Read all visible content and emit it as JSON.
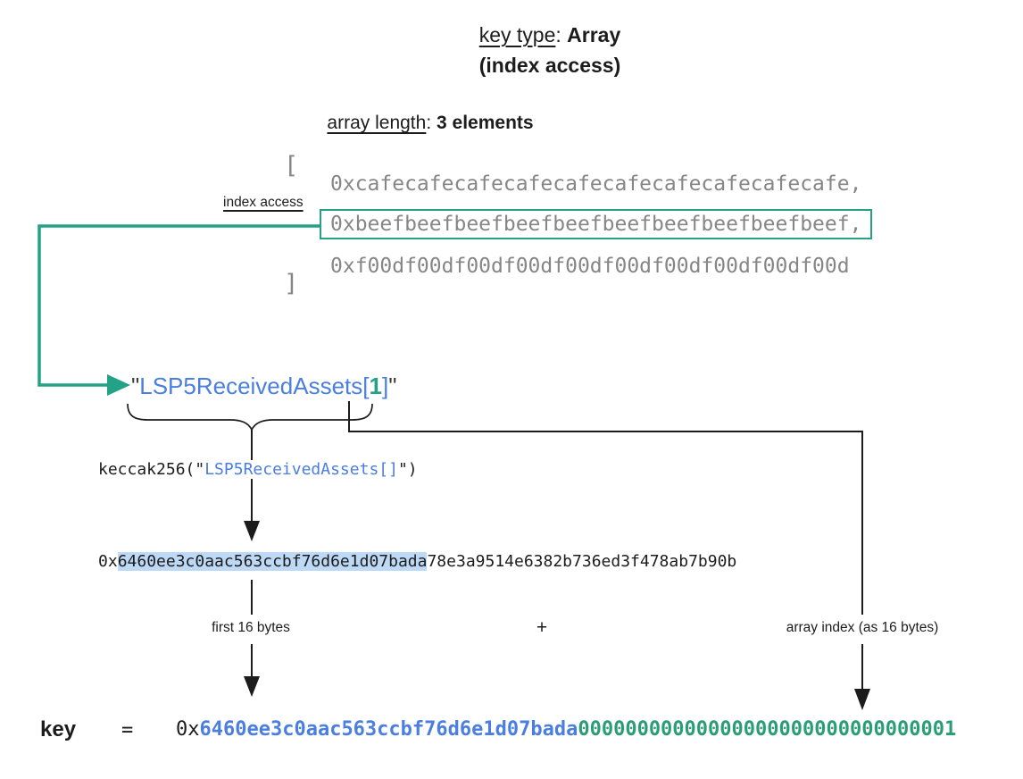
{
  "colors": {
    "teal": "#23a287",
    "blue": "#4a7ee0",
    "green": "#2a9d77",
    "gray": "#868686",
    "highlight": "#bdd9f6"
  },
  "title": {
    "key_type_label": "key type",
    "colon": ": ",
    "key_type_value": "Array",
    "subtitle": "(index access)"
  },
  "array_length": {
    "label": "array length",
    "colon": ": ",
    "value": "3 elements"
  },
  "array": {
    "open_bracket": "[",
    "close_bracket": "]",
    "items": [
      {
        "value": "0xcafecafecafecafecafecafecafecafecafecafe,"
      },
      {
        "value": "0xbeefbeefbeefbeefbeefbeefbeefbeefbeefbeef,",
        "selected": true
      },
      {
        "value": "0xf00df00df00df00df00df00df00df00df00df00d"
      }
    ]
  },
  "index_access_label": "index access",
  "array_key": {
    "open_quote": "\"",
    "name": "LSP5ReceivedAssets[",
    "index": "1",
    "close_bracket": "]",
    "close_quote": "\""
  },
  "hash_function": {
    "prefix": "keccak256(\"",
    "argument": "LSP5ReceivedAssets[]",
    "suffix": "\")"
  },
  "hash_result": {
    "prefix": "0x",
    "first_16_bytes": "6460ee3c0aac563ccbf76d6e1d07bada",
    "remaining_bytes": "78e3a9514e6382b736ed3f478ab7b90b"
  },
  "annotations": {
    "first_16_bytes": "first 16 bytes",
    "plus": "+",
    "array_index": "array index (as 16 bytes)"
  },
  "result": {
    "label": "key",
    "equals": "=",
    "prefix": "0x",
    "hash_part": "6460ee3c0aac563ccbf76d6e1d07bada",
    "index_part": "00000000000000000000000000000001"
  }
}
